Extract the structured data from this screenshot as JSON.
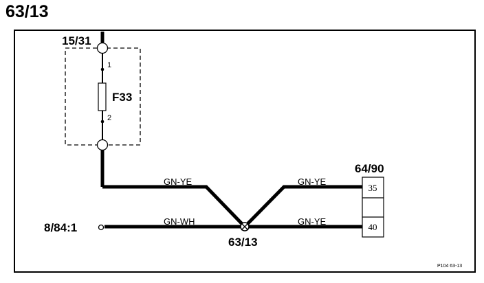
{
  "title": "63/13",
  "diagram": {
    "top_connector": "15/31",
    "fuse": {
      "label": "F33",
      "pin_top": "1",
      "pin_bottom": "2"
    },
    "splice": "63/13",
    "left_connector": "8/84:1",
    "right_connector": {
      "label": "64/90",
      "pin_upper": "35",
      "pin_lower": "40"
    },
    "wires": {
      "upper_left": "GN-YE",
      "upper_right": "GN-YE",
      "lower_left": "GN-WH",
      "lower_right": "GN-YE"
    },
    "reference": "P104  63-13"
  }
}
